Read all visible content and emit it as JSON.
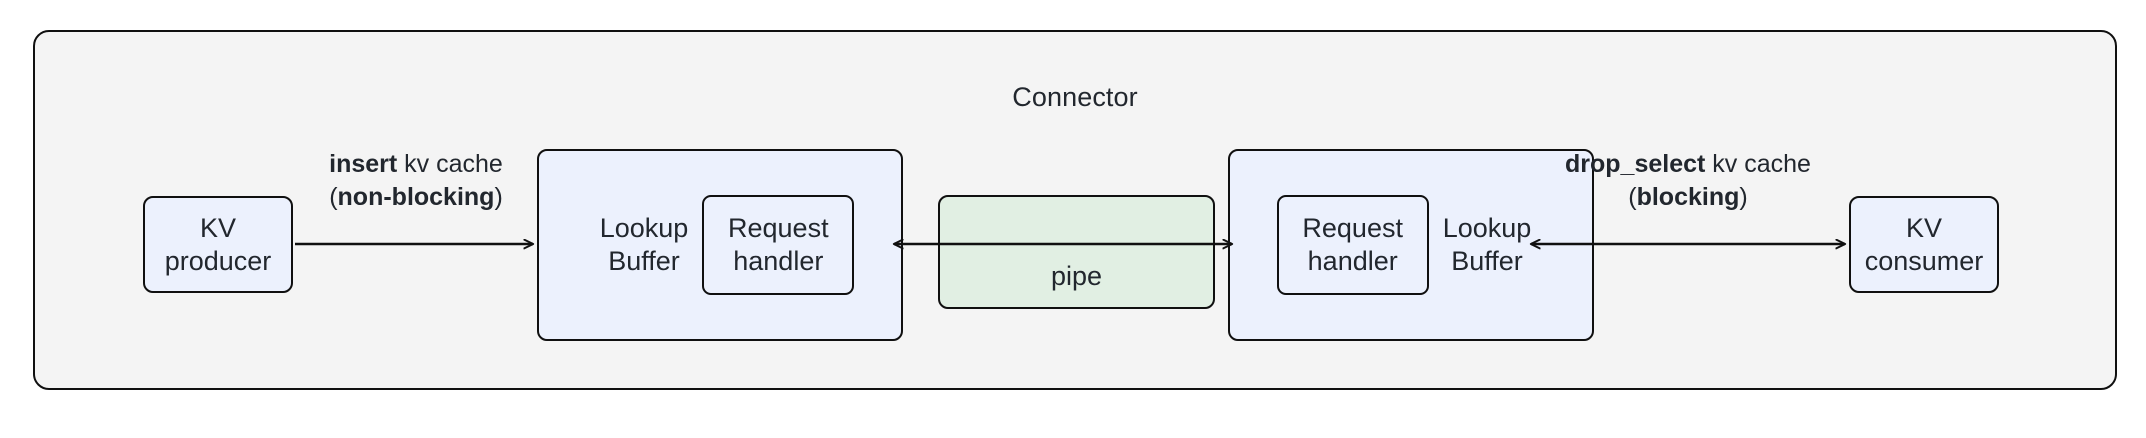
{
  "diagram": {
    "title": "Connector",
    "type": "block-diagram",
    "colors": {
      "outer_background": "#F4F4F4",
      "node_blue": "#ECF1FD",
      "node_green": "#E1EFE3",
      "stroke": "#101010",
      "text": "#22272E"
    }
  },
  "nodes": {
    "kv_producer": {
      "label": "KV\nproducer"
    },
    "kv_consumer": {
      "label": "KV\nconsumer"
    },
    "lookup_buffer_left": {
      "label": "Lookup\nBuffer",
      "request_handler": "Request\nhandler"
    },
    "lookup_buffer_right": {
      "label": "Lookup\nBuffer",
      "request_handler": "Request\nhandler"
    },
    "pipe": {
      "label": "pipe"
    }
  },
  "edges": {
    "insert": {
      "op": "insert",
      "object": " kv cache",
      "mode_open": "(",
      "mode": "non-blocking",
      "mode_close": ")",
      "direction": "right"
    },
    "pipe_transfer": {
      "direction": "bidirectional"
    },
    "drop_select": {
      "op": "drop_select",
      "object": " kv cache",
      "mode_open": "(",
      "mode": "blocking",
      "mode_close": ")",
      "direction": "bidirectional"
    }
  }
}
